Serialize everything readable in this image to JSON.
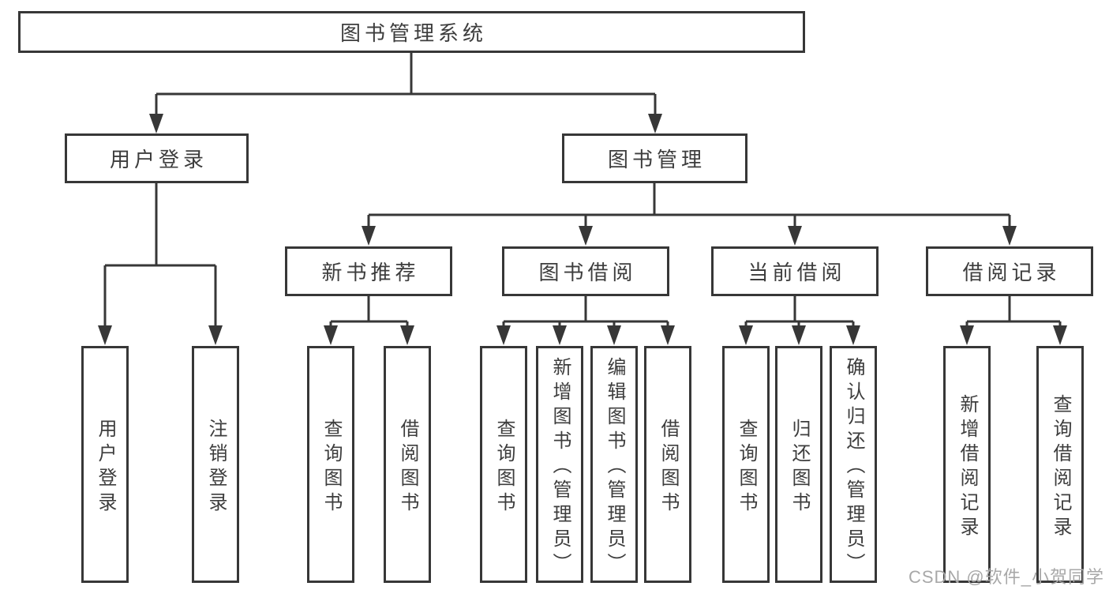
{
  "diagram": {
    "root": {
      "label": "图书管理系统"
    },
    "branches": [
      {
        "label": "用户登录",
        "children": [
          {
            "label": "用户登录"
          },
          {
            "label": "注销登录"
          }
        ]
      },
      {
        "label": "图书管理",
        "children": [
          {
            "label": "新书推荐",
            "children": [
              {
                "label": "查询图书"
              },
              {
                "label": "借阅图书"
              }
            ]
          },
          {
            "label": "图书借阅",
            "children": [
              {
                "label": "查询图书"
              },
              {
                "label": "新增图书（管理员）"
              },
              {
                "label": "编辑图书（管理员）"
              },
              {
                "label": "借阅图书"
              }
            ]
          },
          {
            "label": "当前借阅",
            "children": [
              {
                "label": "查询图书"
              },
              {
                "label": "归还图书"
              },
              {
                "label": "确认归还（管理员）"
              }
            ]
          },
          {
            "label": "借阅记录",
            "children": [
              {
                "label": "新增借阅记录"
              },
              {
                "label": "查询借阅记录"
              }
            ]
          }
        ]
      }
    ]
  },
  "watermark": {
    "text": "CSDN @软件_小贺同学"
  },
  "colors": {
    "line": "#373737",
    "text": "#3d3d3d",
    "background": "#ffffff",
    "watermark": "#a8a8a8"
  }
}
